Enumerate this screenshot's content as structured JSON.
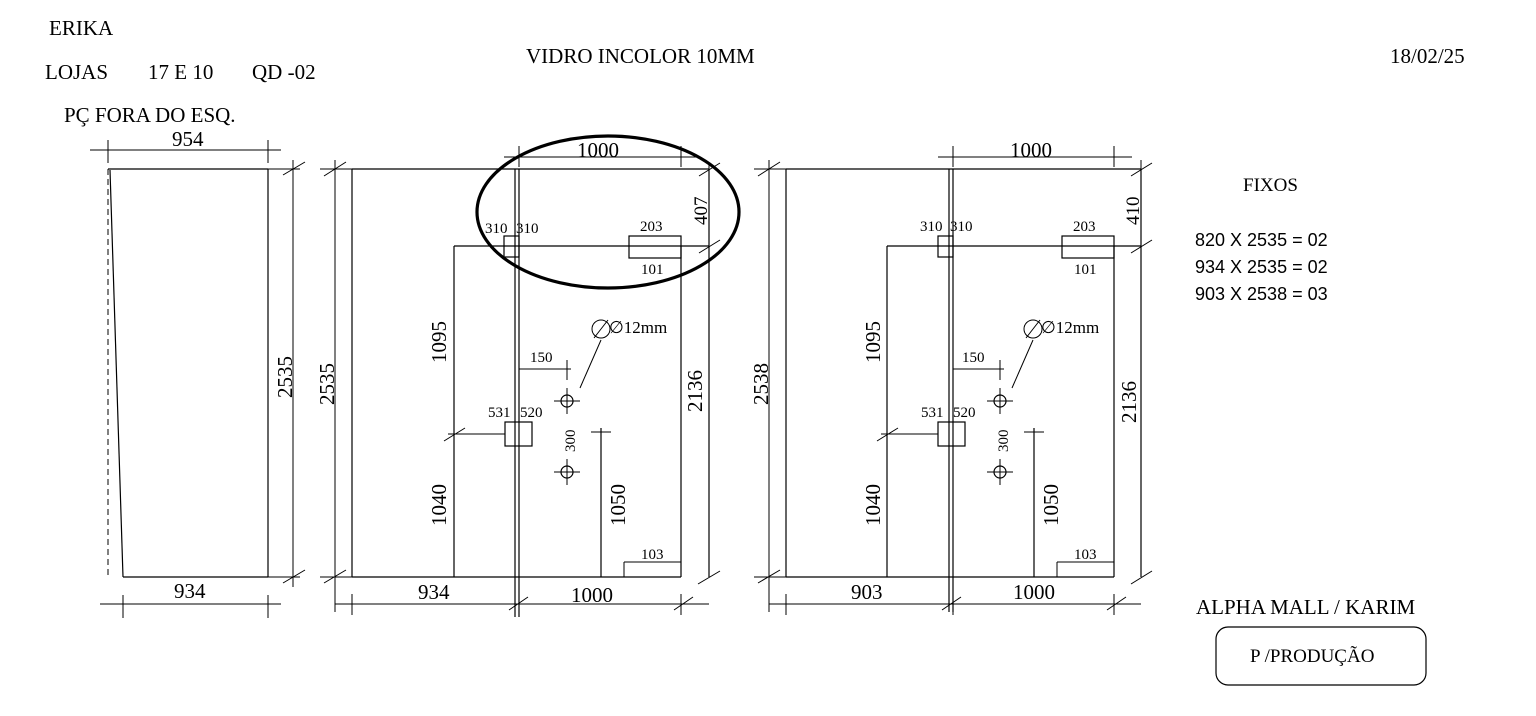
{
  "header": {
    "client": "ERIKA",
    "stores_label": "LOJAS",
    "stores_value": "17 E 10",
    "frame_code": "QD -02",
    "glass_spec": "VIDRO INCOLOR 10MM",
    "date": "18/02/25"
  },
  "piece_outside_square": {
    "caption": "PÇ FORA DO ESQ.",
    "top_width": "954",
    "bottom_width": "934",
    "height": "2535"
  },
  "panel_set_1": {
    "overall_height": "2535",
    "left_width": "934",
    "right_width": "1000",
    "top_width": "1000",
    "top_gap": "407",
    "hinge_left_a": "310",
    "hinge_left_b": "310",
    "pivot_top": "203",
    "pivot_bottom": "101",
    "upper_height": "1095",
    "lower_height": "1040",
    "door_height": "2136",
    "hole_diameter": "∅12mm",
    "hole_offset": "150",
    "lock_left": "531",
    "lock_right": "520",
    "hole_spacing": "300",
    "handle_height": "1050",
    "floor_pivot": "103"
  },
  "panel_set_2": {
    "overall_height": "2538",
    "left_width": "903",
    "right_width": "1000",
    "top_width": "1000",
    "top_gap": "410",
    "hinge_left_a": "310",
    "hinge_left_b": "310",
    "pivot_top": "203",
    "pivot_bottom": "101",
    "upper_height": "1095",
    "lower_height": "1040",
    "door_height": "2136",
    "hole_diameter": "∅12mm",
    "hole_offset": "150",
    "lock_left": "531",
    "lock_right": "520",
    "hole_spacing": "300",
    "handle_height": "1050",
    "floor_pivot": "103"
  },
  "fixed_panels": {
    "title": "FIXOS",
    "items": [
      "820 X 2535 = 02",
      "934 X 2535 = 02",
      "903 X 2538 = 03"
    ]
  },
  "footer": {
    "project": "ALPHA MALL / KARIM",
    "status_button": "P /PRODUÇÃO"
  }
}
